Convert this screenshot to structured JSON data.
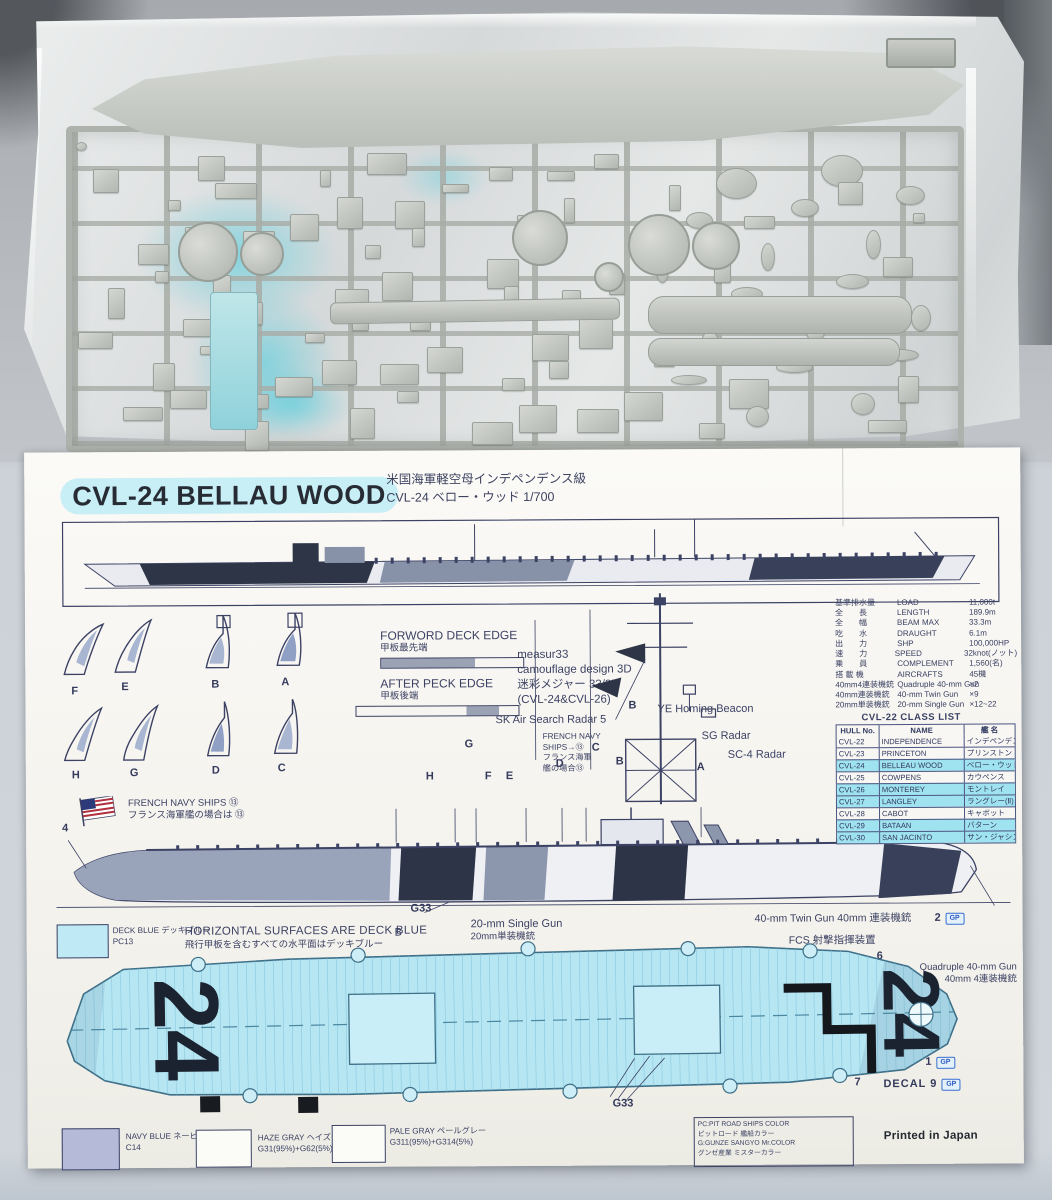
{
  "colors": {
    "title_highlight": "#c8eef6",
    "class_row_highlight": "#9fe2f0",
    "deck_cyan": "#b7e6f3",
    "print_blue": "#3c4264",
    "deck_blue_swatch": "#bfe9f4",
    "navy_blue_swatch": "#b4bad8",
    "white_swatch": "#fbfbf8"
  },
  "sheet": {
    "title": "CVL-24 BELLAU WOOD",
    "subtitle_line1": "米国海軍軽空母インデペンデンス級",
    "subtitle_line2": "CVL-24 ベロー・ウッド 1/700",
    "deck_number": "24",
    "labels": {
      "forward_deck_edge_en": "FORWORD DECK EDGE",
      "forward_deck_edge_jp": "甲板最先端",
      "after_deck_edge_en": "AFTER PECK EDGE",
      "after_deck_edge_jp": "甲板後端",
      "measure33": [
        "measur33",
        "camouflage design 3D",
        "迷彩メジャー 33/3D",
        "(CVL-24&CVL-26)"
      ],
      "sk_radar": "SK Air Search Radar  5",
      "french_small": [
        "FRENCH NAVY",
        "SHIPS→⑬",
        "フランス海軍",
        "艦の場合⑬"
      ],
      "ye_beacon": "YE Homing Beacon",
      "sg_radar": "SG Radar",
      "sc4_radar": "SC-4 Radar",
      "french_flag_l1": "FRENCH NAVY SHIPS ⑬",
      "french_flag_l2": "フランス海軍艦の場合は ⑬",
      "num4": "4",
      "num2": "2",
      "num6": "6",
      "num1": "1",
      "num7": "7",
      "g33": "G33",
      "letter_b_small": "B",
      "decal9": "DECAL 9",
      "badge": "GP",
      "single_gun_l1": "20-mm Single Gun",
      "single_gun_l2": "20mm単装機銃",
      "twin_gun": "40-mm Twin Gun 40mm 連装機銃",
      "fcs": "FCS 射撃指揮装置",
      "quad_gun_l1": "Quadruple 40-mm Gun",
      "quad_gun_l2": "40mm 4連装機銃",
      "letters_row1": [
        "F",
        "E",
        "B",
        "A"
      ],
      "letters_row2": [
        "H",
        "G",
        "D",
        "C"
      ],
      "profile_letters": [
        "G",
        "H",
        "F",
        "E",
        "D",
        "C",
        "B",
        "B",
        "A"
      ]
    },
    "deck_blue": {
      "swatch_l1": "DECK BLUE デッキブルー",
      "swatch_l2": "PC13",
      "note_en": "HORIZONTAL SURFACES ARE DECK BLUE",
      "note_jp": "飛行甲板を含むすべての水平面はデッキブルー"
    },
    "specs": {
      "rows": [
        {
          "jp": "基準排水量",
          "en": "LOAD",
          "val": "11,000t"
        },
        {
          "jp": "全　　長",
          "en": "LENGTH",
          "val": "189.9m"
        },
        {
          "jp": "全　　幅",
          "en": "BEAM MAX",
          "val": "33.3m"
        },
        {
          "jp": "吃　　水",
          "en": "DRAUGHT",
          "val": "6.1m"
        },
        {
          "jp": "出　　力",
          "en": "SHP",
          "val": "100,000HP"
        },
        {
          "jp": "速　　力",
          "en": "SPEED",
          "val": "32knot(ノット)"
        },
        {
          "jp": "乗　　員",
          "en": "COMPLEMENT",
          "val": "1,560(名)"
        },
        {
          "jp": "搭 載 機",
          "en": "AIRCRAFTS",
          "val": "45機"
        },
        {
          "jp": "40mm4連装機銃",
          "en": "Quadruple 40-mm Gun",
          "val": "×2"
        },
        {
          "jp": "40mm連装機銃",
          "en": "40-mm Twin Gun",
          "val": "×9"
        },
        {
          "jp": "20mm単装機銃",
          "en": "20-mm Single Gun",
          "val": "×12~22"
        }
      ]
    },
    "class_list": {
      "title": "CVL-22 CLASS LIST",
      "headers": {
        "hull": "HULL No.",
        "name": "NAME",
        "jp": "艦 名"
      },
      "rows": [
        {
          "hull": "CVL-22",
          "name": "INDEPENDENCE",
          "jp": "インデペンデンス",
          "hl": false
        },
        {
          "hull": "CVL-23",
          "name": "PRINCETON",
          "jp": "プリンストン",
          "hl": false
        },
        {
          "hull": "CVL-24",
          "name": "BELLEAU WOOD",
          "jp": "ベロー・ウッド",
          "hl": true
        },
        {
          "hull": "CVL-25",
          "name": "COWPENS",
          "jp": "カウペンス",
          "hl": false
        },
        {
          "hull": "CVL-26",
          "name": "MONTEREY",
          "jp": "モントレイ",
          "hl": true
        },
        {
          "hull": "CVL-27",
          "name": "LANGLEY",
          "jp": "ラングレー(Ⅱ)",
          "hl": true
        },
        {
          "hull": "CVL-28",
          "name": "CABOT",
          "jp": "キャボット",
          "hl": false
        },
        {
          "hull": "CVL-29",
          "name": "BATAAN",
          "jp": "バターン",
          "hl": true
        },
        {
          "hull": "CVL-30",
          "name": "SAN JACINTO",
          "jp": "サン・ジャシント",
          "hl": true
        }
      ]
    },
    "bottom": {
      "swatches": [
        {
          "l1": "NAVY BLUE ネービーブルー",
          "l2": "C14"
        },
        {
          "l1": "HAZE GRAY ヘイズグレー",
          "l2": "G31(95%)+G62(5%)"
        },
        {
          "l1": "PALE GRAY ペールグレー",
          "l2": "G311(95%)+G314(5%)"
        }
      ],
      "legend": [
        "PC:PIT ROAD SHIPS COLOR",
        "ピットロード 艦船カラー",
        "G:GUNZE SANGYO Mr.COLOR",
        "グンゼ産業 ミスターカラー"
      ],
      "printed": "Printed in Japan"
    }
  }
}
